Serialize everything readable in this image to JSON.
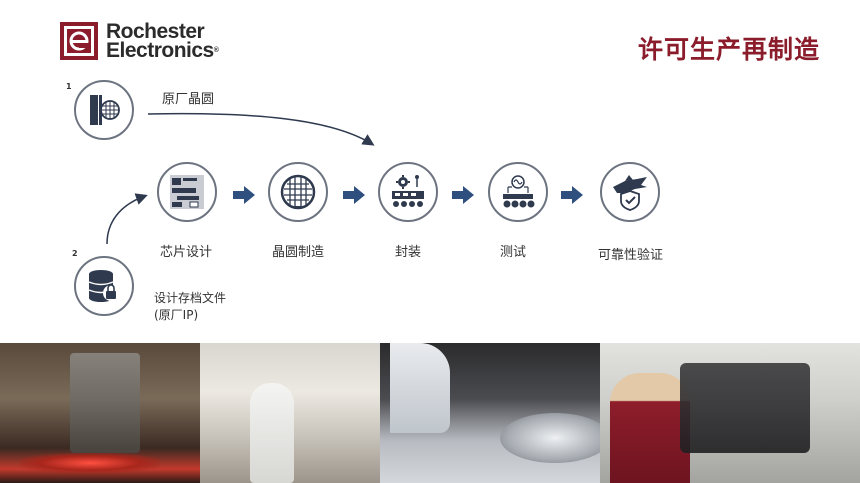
{
  "header": {
    "logo_line1": "Rochester",
    "logo_line2": "Electronics",
    "logo_reg": "®",
    "title": "许可生产再制造"
  },
  "flow": {
    "source_wafer": {
      "number": "1",
      "label": "原厂晶圆"
    },
    "design_archive": {
      "number": "2",
      "label_line1": "设计存档文件",
      "label_line2": "(原厂IP)"
    },
    "steps": [
      {
        "label": "芯片设计",
        "icon": "chip-design-icon"
      },
      {
        "label": "晶圆制造",
        "icon": "wafer-icon"
      },
      {
        "label": "封装",
        "icon": "packaging-icon"
      },
      {
        "label": "测试",
        "icon": "test-icon"
      },
      {
        "label": "可靠性验证",
        "icon": "reliability-shield-icon"
      }
    ]
  },
  "colors": {
    "accent": "#8a1c2b",
    "step_arrow": "#2f4f7f",
    "icon_dark": "#2f3a4f",
    "circle_border": "#6d7380"
  }
}
